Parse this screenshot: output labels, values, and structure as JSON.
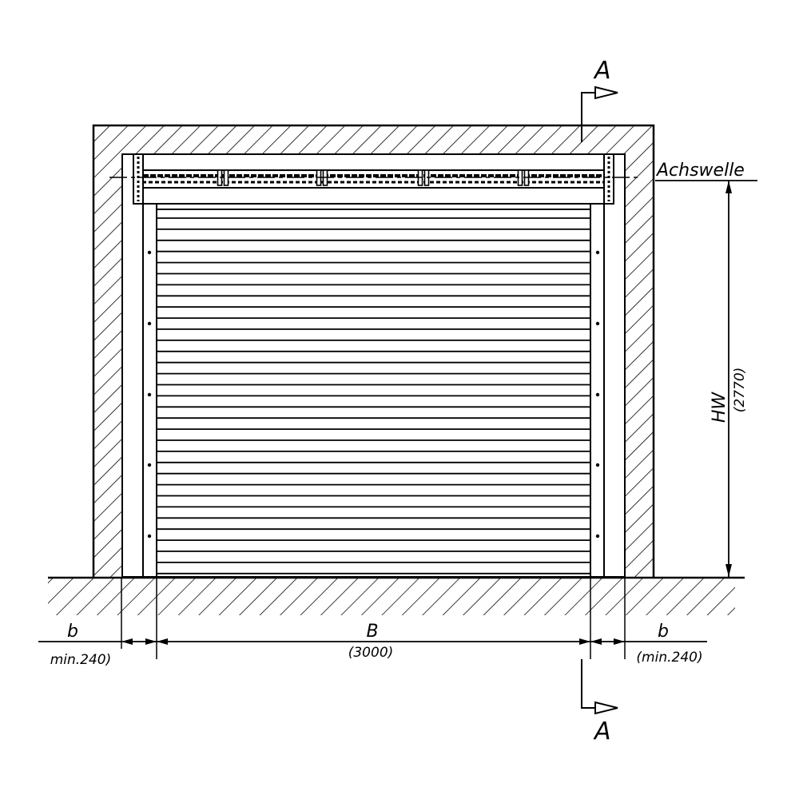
{
  "drawing": {
    "section_label_top": "A",
    "section_label_bottom": "A",
    "shaft_label": "Achswelle",
    "height_label": "HW",
    "height_value": "(2770)",
    "width_label": "B",
    "width_value": "(3000)",
    "side_left_label": "b",
    "side_left_value": "min.240)",
    "side_right_label": "b",
    "side_right_value": "(min.240)"
  },
  "colors": {
    "line": "#000000",
    "background": "#ffffff"
  }
}
